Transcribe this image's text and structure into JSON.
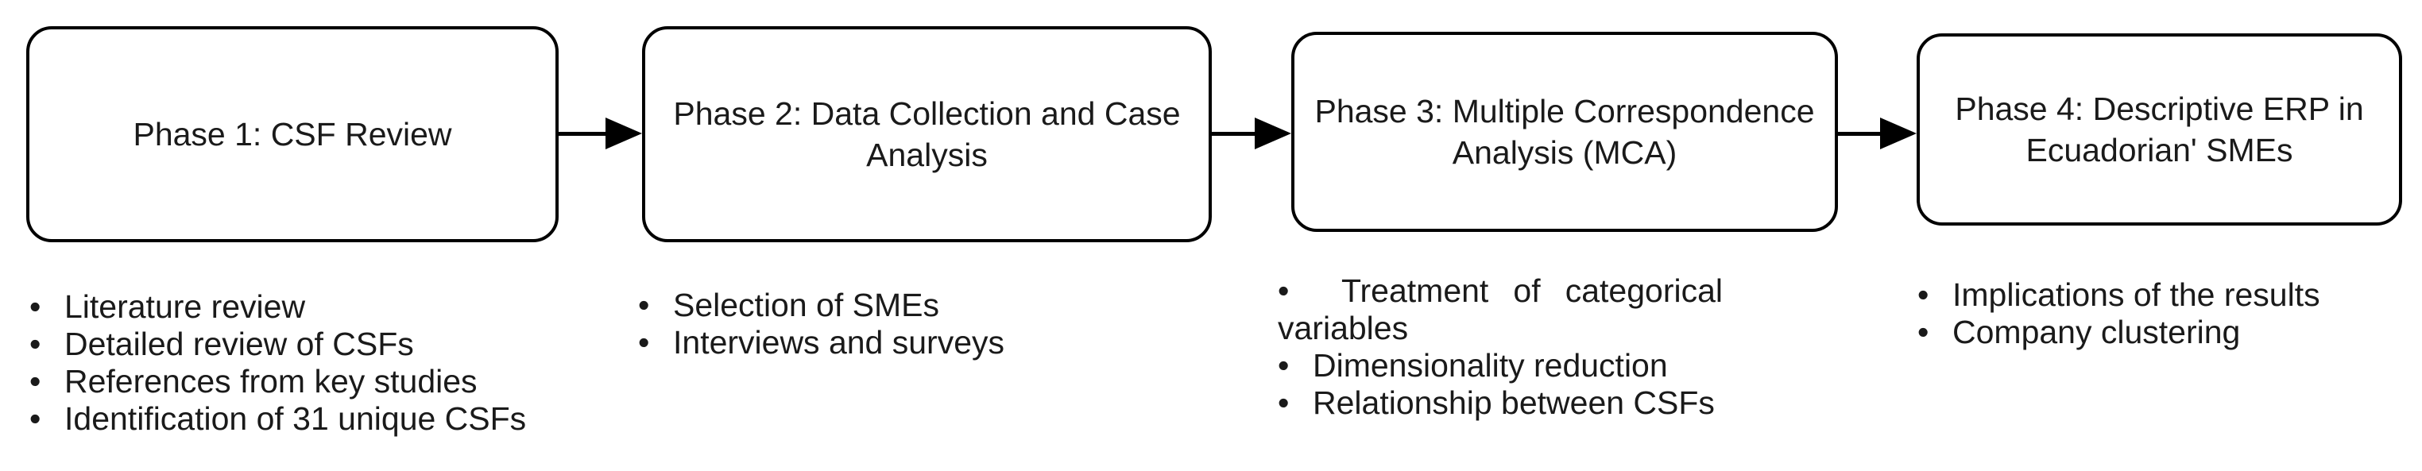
{
  "figure": {
    "background": "#ffffff",
    "stroke_color": "#000000",
    "text_color": "#1a1a1a",
    "bullet_char": "•",
    "phases": [
      {
        "title": "Phase 1: CSF Review",
        "items": [
          "Literature review",
          "Detailed review of CSFs",
          "References from key studies",
          "Identification of 31 unique CSFs"
        ]
      },
      {
        "title": "Phase 2: Data Collection and Case Analysis",
        "items": [
          "Selection of SMEs",
          "Interviews and surveys"
        ]
      },
      {
        "title": "Phase 3: Multiple Correspondence Analysis (MCA)",
        "items": [
          "Treatment of categorical variables",
          "Dimensionality reduction",
          "Relationship between CSFs"
        ]
      },
      {
        "title": "Phase 4: Descriptive ERP in Ecuadorian' SMEs",
        "items": [
          "Implications of the results",
          "Company clustering"
        ]
      }
    ]
  }
}
